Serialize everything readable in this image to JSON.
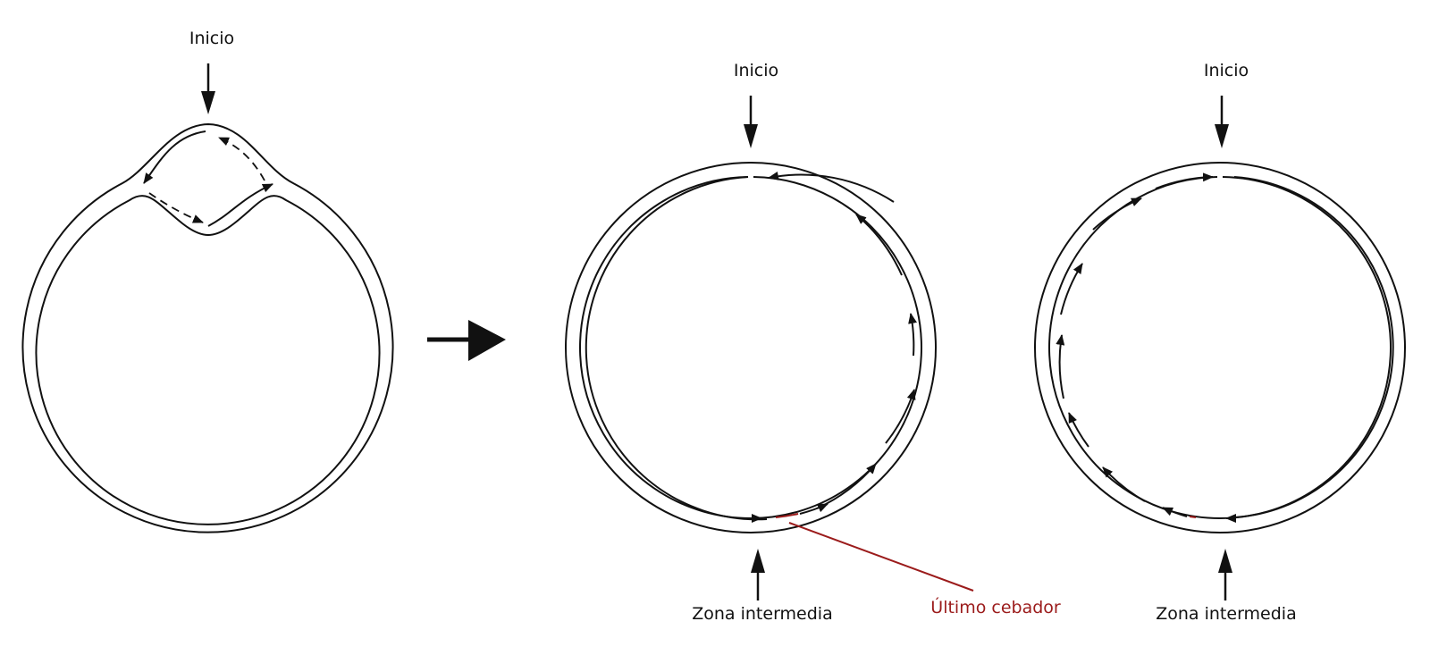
{
  "labels": {
    "origin_left": "Inicio",
    "origin_middle": "Inicio",
    "origin_right": "Inicio",
    "terminus_middle": "Zona intermedia",
    "terminus_right": "Zona intermedia",
    "last_primer": "Último cebador"
  },
  "colors": {
    "ink": "#111111",
    "primer": "#9b1b1b"
  },
  "icons": {
    "transition": "right-arrow-icon",
    "fork_direction": "arrowhead-icon"
  }
}
